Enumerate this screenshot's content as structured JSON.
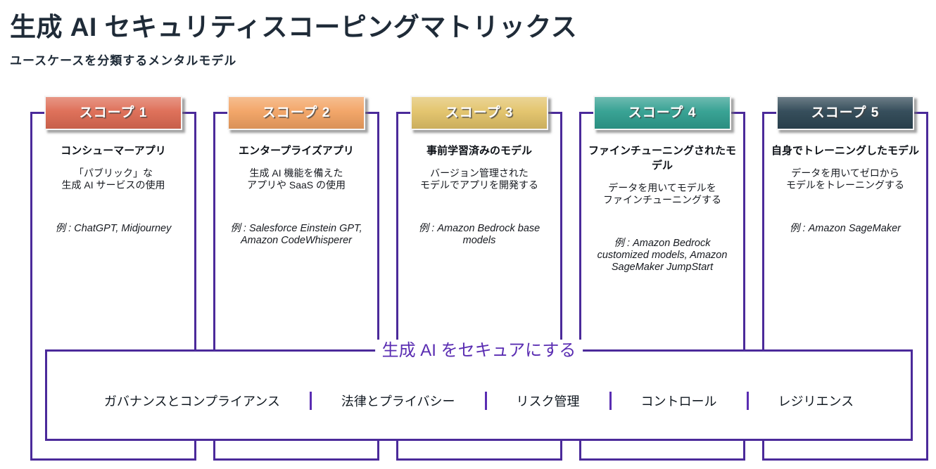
{
  "page": {
    "title": "生成 AI セキュリティスコーピングマトリックス",
    "subtitle": "ユースケースを分類するメンタルモデル"
  },
  "scopes": [
    {
      "badge": "スコープ 1",
      "title": "コンシューマーアプリ",
      "description": "「パブリック」な\n生成 AI サービスの使用",
      "example": "例 : ChatGPT, Midjourney",
      "color": "#dd6a52"
    },
    {
      "badge": "スコープ 2",
      "title": "エンタープライズアプリ",
      "description": "生成 AI 機能を備えた\nアプリや SaaS の使用",
      "example": "例 : Salesforce Einstein GPT,\nAmazon CodeWhisperer",
      "color": "#f2a262"
    },
    {
      "badge": "スコープ 3",
      "title": "事前学習済みのモデル",
      "description": "バージョン管理された\nモデルでアプリを開発する",
      "example": "例 : Amazon Bedrock base\nmodels",
      "color": "#e2c268"
    },
    {
      "badge": "スコープ 4",
      "title": "ファインチューニングされたモデル",
      "description": "データを用いてモデルを\nファインチューニングする",
      "example": "例 : Amazon Bedrock\ncustomized models, Amazon\nSageMaker JumpStart",
      "color": "#2f9e8f"
    },
    {
      "badge": "スコープ 5",
      "title": "自身でトレーニングしたモデル",
      "description": "データを用いてゼロから\nモデルをトレーニングする",
      "example": "例 : Amazon SageMaker",
      "color": "#2c4553"
    }
  ],
  "secure": {
    "legend": "生成 AI をセキュアにする",
    "categories": [
      "ガバナンスとコンプライアンス",
      "法律とプライバシー",
      "リスク管理",
      "コントロール",
      "レジリエンス"
    ]
  },
  "colors": {
    "border_purple": "#4b2a9a",
    "legend_purple": "#5a2db2",
    "title_navy": "#1f2b38",
    "scope1_coral": "#dd6a52",
    "scope2_orange": "#f2a262",
    "scope3_gold": "#e2c268",
    "scope4_teal": "#2f9e8f",
    "scope5_slate": "#2c4553"
  }
}
